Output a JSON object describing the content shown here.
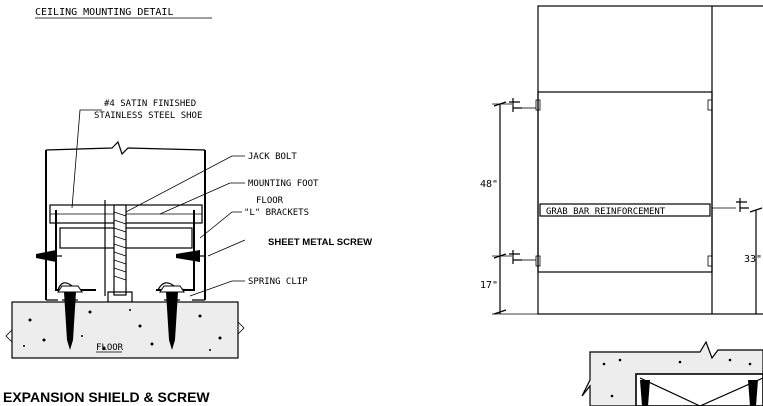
{
  "left_detail": {
    "title": "CEILING MOUNTING DETAIL",
    "labels": {
      "shoe": [
        "#4 SATIN FINISHED",
        "STAINLESS STEEL SHOE"
      ],
      "jack_bolt": "JACK BOLT",
      "mounting_foot": "MOUNTING FOOT",
      "floor_brackets": [
        "FLOOR",
        "\"L\" BRACKETS"
      ],
      "sheet_metal_screw": "SHEET METAL SCREW",
      "spring_clip": "SPRING CLIP",
      "floor": "FLOOR",
      "expansion_shield": "EXPANSION SHIELD & SCREW"
    }
  },
  "right_detail": {
    "grab_bar_label": "GRAB BAR REINFORCEMENT",
    "dims": {
      "height_48": "48\"",
      "height_17": "17\"",
      "height_33": "33\""
    }
  }
}
